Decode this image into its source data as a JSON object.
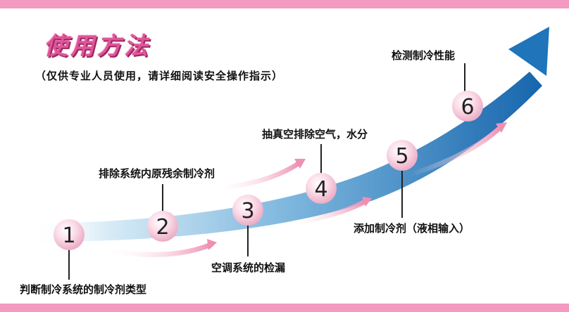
{
  "header": {
    "title": "使用方法",
    "subtitle": "（仅供专业人员使用，请详细阅读安全操作指示）"
  },
  "steps": [
    {
      "number": "1",
      "label": "判断制冷系统的制冷剂类型"
    },
    {
      "number": "2",
      "label": "排除系统内原残余制冷剂"
    },
    {
      "number": "3",
      "label": "空调系统的检漏"
    },
    {
      "number": "4",
      "label": "抽真空排除空气，水分"
    },
    {
      "number": "5",
      "label": "添加制冷剂（液相输入）"
    },
    {
      "number": "6",
      "label": "检测制冷性能"
    }
  ],
  "colors": {
    "band": "#f29ac0",
    "arrow_start": "#e6f2fa",
    "arrow_end": "#1a6db3",
    "circle": "#f7c8da",
    "title": "#e0559a"
  }
}
